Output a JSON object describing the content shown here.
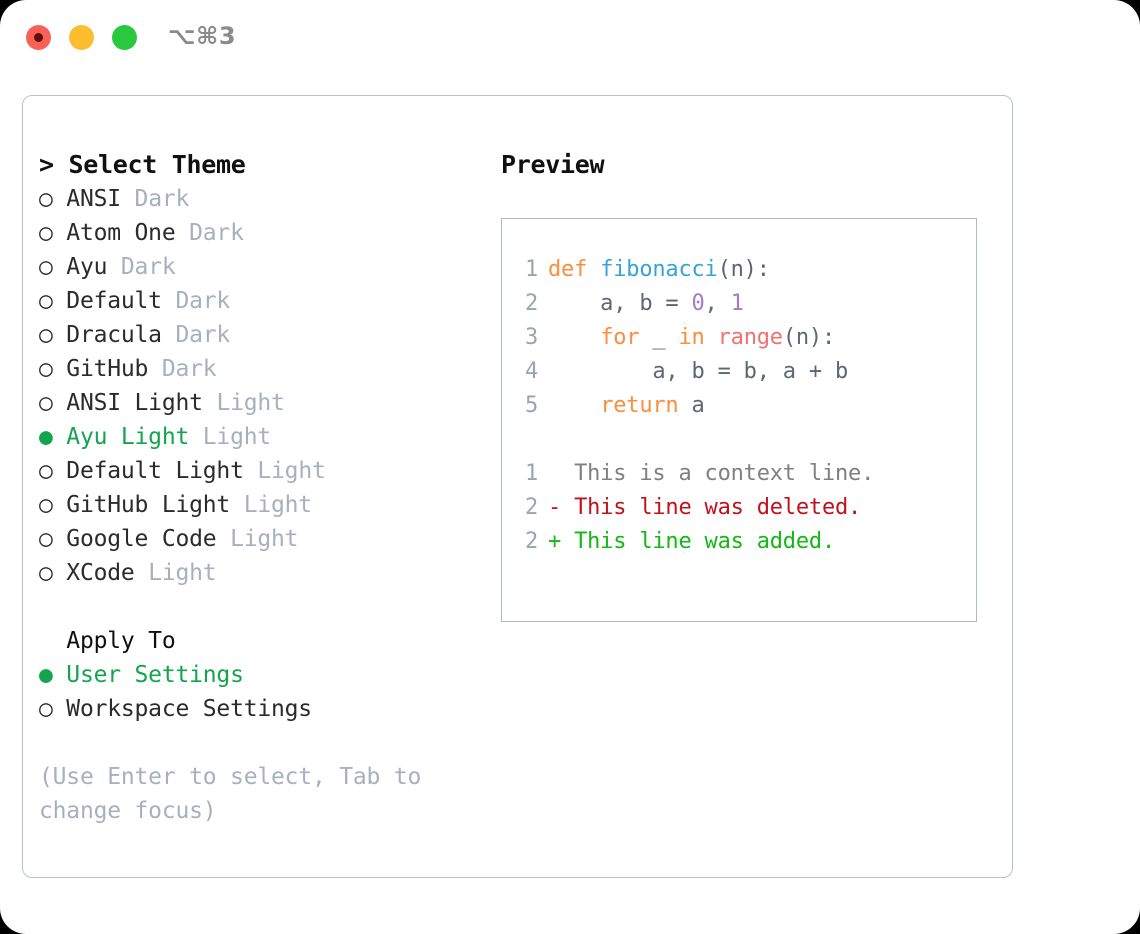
{
  "titlebar": {
    "shortcut": "⌥⌘3",
    "buttons": [
      {
        "name": "close",
        "color": "#fb6058"
      },
      {
        "name": "minimize",
        "color": "#fcbd2e"
      },
      {
        "name": "maximize",
        "color": "#28c93f"
      }
    ]
  },
  "theme_section": {
    "header": "> Select Theme",
    "items": [
      {
        "marker": "○",
        "name": "ANSI",
        "variant": "Dark",
        "selected": false
      },
      {
        "marker": "○",
        "name": "Atom One",
        "variant": "Dark",
        "selected": false
      },
      {
        "marker": "○",
        "name": "Ayu",
        "variant": "Dark",
        "selected": false
      },
      {
        "marker": "○",
        "name": "Default",
        "variant": "Dark",
        "selected": false
      },
      {
        "marker": "○",
        "name": "Dracula",
        "variant": "Dark",
        "selected": false
      },
      {
        "marker": "○",
        "name": "GitHub",
        "variant": "Dark",
        "selected": false
      },
      {
        "marker": "○",
        "name": "ANSI Light",
        "variant": "Light",
        "selected": false
      },
      {
        "marker": "●",
        "name": "Ayu Light",
        "variant": "Light",
        "selected": true
      },
      {
        "marker": "○",
        "name": "Default Light",
        "variant": "Light",
        "selected": false
      },
      {
        "marker": "○",
        "name": "GitHub Light",
        "variant": "Light",
        "selected": false
      },
      {
        "marker": "○",
        "name": "Google Code",
        "variant": "Light",
        "selected": false
      },
      {
        "marker": "○",
        "name": "XCode",
        "variant": "Light",
        "selected": false
      }
    ]
  },
  "apply_section": {
    "header": "  Apply To",
    "items": [
      {
        "marker": "●",
        "name": "User Settings",
        "selected": true
      },
      {
        "marker": "○",
        "name": "Workspace Settings",
        "selected": false
      }
    ]
  },
  "hint": "(Use Enter to select, Tab to change focus)",
  "preview": {
    "header": "Preview",
    "code_lines": [
      {
        "num": "1",
        "tokens": [
          {
            "text": "def",
            "style": "kw"
          },
          {
            "text": " ",
            "style": "plain"
          },
          {
            "text": "fibonacci",
            "style": "fn"
          },
          {
            "text": "(n):",
            "style": "plain"
          }
        ]
      },
      {
        "num": "2",
        "tokens": [
          {
            "text": "    a, b = ",
            "style": "plain"
          },
          {
            "text": "0",
            "style": "num"
          },
          {
            "text": ", ",
            "style": "plain"
          },
          {
            "text": "1",
            "style": "num"
          }
        ]
      },
      {
        "num": "3",
        "tokens": [
          {
            "text": "    ",
            "style": "plain"
          },
          {
            "text": "for",
            "style": "kw"
          },
          {
            "text": " _ ",
            "style": "plain"
          },
          {
            "text": "in",
            "style": "kw"
          },
          {
            "text": " ",
            "style": "plain"
          },
          {
            "text": "range",
            "style": "call"
          },
          {
            "text": "(n):",
            "style": "plain"
          }
        ]
      },
      {
        "num": "4",
        "tokens": [
          {
            "text": "        a, b = b, a + b",
            "style": "plain"
          }
        ]
      },
      {
        "num": "5",
        "tokens": [
          {
            "text": "    ",
            "style": "plain"
          },
          {
            "text": "return",
            "style": "kw"
          },
          {
            "text": " a",
            "style": "plain"
          }
        ]
      }
    ],
    "diff_lines": [
      {
        "num": "1",
        "text": "  This is a context line.",
        "style": "ctx"
      },
      {
        "num": "2",
        "text": "- This line was deleted.",
        "style": "del"
      },
      {
        "num": "2",
        "text": "+ This line was added.",
        "style": "add"
      }
    ]
  },
  "colors": {
    "accent_green": "#13a44e",
    "muted": "#a8b0bd",
    "keyword": "#fa8d3e",
    "function": "#36a3d9",
    "number": "#a37acc",
    "call": "#f07171",
    "deleted": "#c1121c",
    "added": "#14b814",
    "border": "#b0b9c4"
  }
}
